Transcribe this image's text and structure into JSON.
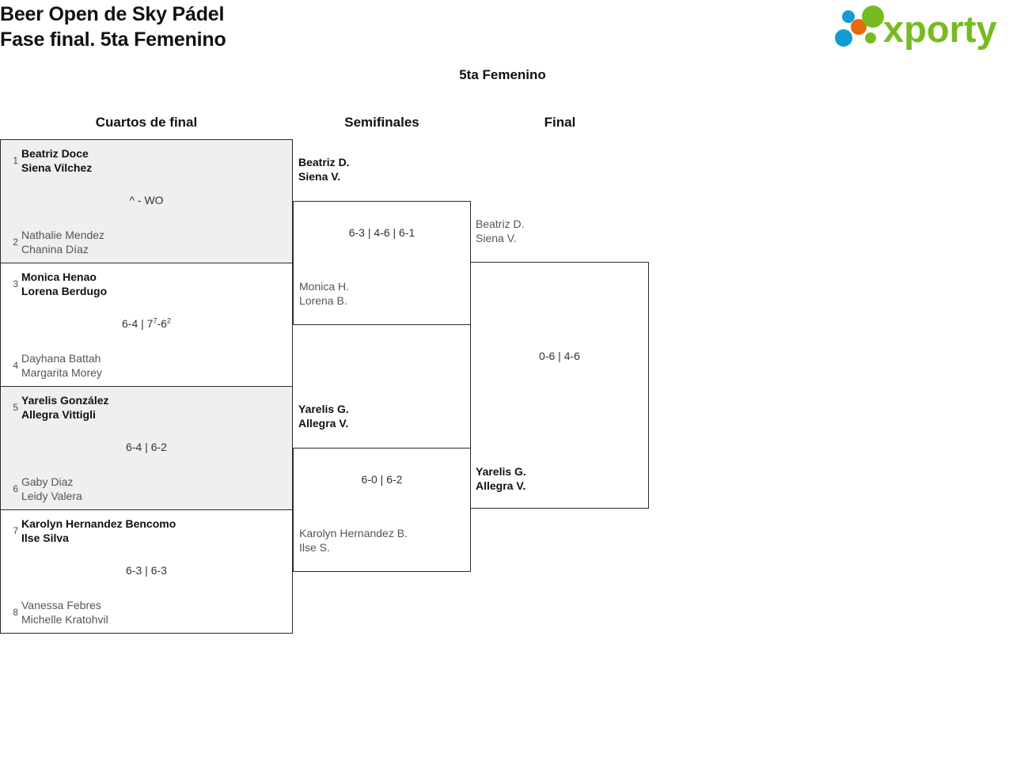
{
  "header": {
    "title_line1": "Beer Open de Sky Pádel",
    "title_line2": "Fase final. 5ta Femenino",
    "logo_text": "xporty"
  },
  "category": {
    "title": "5ta Femenino"
  },
  "rounds": [
    {
      "key": "quarterfinals",
      "label": "Cuartos de final"
    },
    {
      "key": "semifinals",
      "label": "Semifinales"
    },
    {
      "key": "final",
      "label": "Final"
    }
  ],
  "quarterfinals": [
    {
      "top": {
        "seed": "1",
        "player1": "Beatriz Doce",
        "player2": "Siena Vilchez",
        "result": "winner"
      },
      "bottom": {
        "seed": "2",
        "player1": "Nathalie Mendez",
        "player2": "Chanina Díaz",
        "result": "loser"
      },
      "score": "^ - WO",
      "score_has_superscript": false,
      "shaded": true
    },
    {
      "top": {
        "seed": "3",
        "player1": "Monica Henao",
        "player2": "Lorena Berdugo",
        "result": "winner"
      },
      "bottom": {
        "seed": "4",
        "player1": "Dayhana Battah",
        "player2": "Margarita Morey",
        "result": "loser"
      },
      "score": "6-4 | 7⁷-6²",
      "score_parts": {
        "set1": "6-4",
        "sep": " | ",
        "g1": "7",
        "g1sup": "7",
        "dash": "-",
        "g2": "6",
        "g2sup": "2"
      },
      "score_has_superscript": true,
      "shaded": false
    },
    {
      "top": {
        "seed": "5",
        "player1": "Yarelis González",
        "player2": "Allegra Vittigli",
        "result": "winner"
      },
      "bottom": {
        "seed": "6",
        "player1": "Gaby Diaz",
        "player2": "Leidy Valera",
        "result": "loser"
      },
      "score": "6-4 | 6-2",
      "score_has_superscript": false,
      "shaded": true
    },
    {
      "top": {
        "seed": "7",
        "player1": "Karolyn Hernandez Bencomo",
        "player2": "Ilse Silva",
        "result": "winner"
      },
      "bottom": {
        "seed": "8",
        "player1": "Vanessa Febres",
        "player2": "Michelle Kratohvil",
        "result": "loser"
      },
      "score": "6-3 | 6-3",
      "score_has_superscript": false,
      "shaded": false
    }
  ],
  "semifinals": [
    {
      "top": {
        "player1": "Beatriz D.",
        "player2": "Siena V.",
        "result": "winner"
      },
      "bottom": {
        "player1": "Monica H.",
        "player2": "Lorena B.",
        "result": "loser"
      },
      "score": "6-3 | 4-6 | 6-1"
    },
    {
      "top": {
        "player1": "Yarelis G.",
        "player2": "Allegra V.",
        "result": "winner"
      },
      "bottom": {
        "player1": "Karolyn Hernandez B.",
        "player2": "Ilse S.",
        "result": "loser"
      },
      "score": "6-0 | 6-2"
    }
  ],
  "final": {
    "top": {
      "player1": "Beatriz D.",
      "player2": "Siena V.",
      "result": "loser"
    },
    "bottom": {
      "player1": "Yarelis G.",
      "player2": "Allegra V.",
      "result": "winner"
    },
    "score": "0-6 | 4-6"
  },
  "colors": {
    "brand_green": "#76bc21",
    "brand_blue": "#149bd7",
    "brand_orange": "#e8690b",
    "shade": "#efefef",
    "border": "#2b2b2b"
  }
}
